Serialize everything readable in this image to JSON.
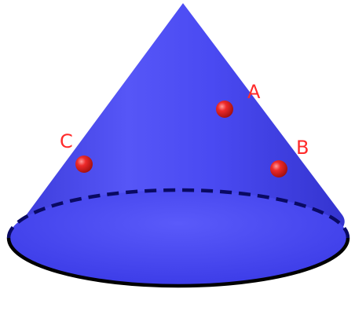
{
  "figure": {
    "shape": "cone",
    "base": "ellipse",
    "hidden_edge_style": "dashed",
    "colors": {
      "cone_fill": "#4b4bf6",
      "cone_fill_light": "#6a6af8",
      "cone_fill_dark": "#2f2fc6",
      "base_fill": "#4040ee",
      "base_outline": "#000000",
      "hidden_edge": "#0a0a63",
      "point": "#e02020",
      "point_highlight": "#ff8080",
      "label": "#ff2a2a"
    },
    "points": [
      {
        "label": "A"
      },
      {
        "label": "B"
      },
      {
        "label": "C"
      }
    ]
  }
}
